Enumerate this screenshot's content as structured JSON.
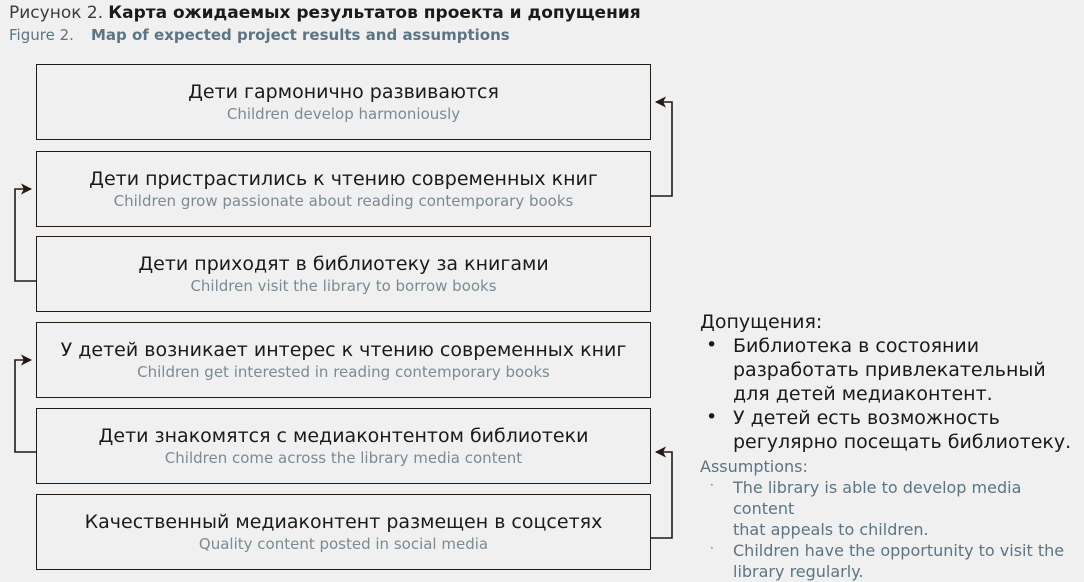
{
  "caption": {
    "ru_number": "Рисунок 2.",
    "ru_title": "Карта ожидаемых результатов проекта и допущения",
    "en_number": "Figure 2.",
    "en_title": "Map of expected project results and assumptions"
  },
  "colors": {
    "background": "#f0f0f0",
    "box_border": "#231a12",
    "box_fill": "#f0f0f0",
    "text_primary": "#1a1a1a",
    "text_secondary_en": "#7a8b94",
    "caption_en": "#5b7585",
    "connector": "#231a12"
  },
  "flow": {
    "boxes": [
      {
        "id": "children-develop-harmoniously",
        "ru": "Дети гармонично развиваются",
        "en": "Children develop harmoniously"
      },
      {
        "id": "children-passionate-reading",
        "ru": "Дети пристрастились к чтению современных книг",
        "en": "Children grow passionate about reading contemporary books"
      },
      {
        "id": "children-visit-library",
        "ru": "Дети приходят в библиотеку за книгами",
        "en": "Children visit the library to borrow books"
      },
      {
        "id": "children-interested-reading",
        "ru": "У детей возникает интерес к чтению современных книг",
        "en": "Children get interested in reading contemporary books"
      },
      {
        "id": "children-media-content",
        "ru": "Дети знакомятся с медиаконтентом библиотеки",
        "en": "Children come across the library media content"
      },
      {
        "id": "quality-content-social-media",
        "ru": "Качественный медиаконтент размещен в соцсетях",
        "en": "Quality content posted in social media"
      }
    ],
    "connectors": [
      {
        "id": "arrow-box2-to-box1",
        "from": 2,
        "to": 1,
        "side": "right"
      },
      {
        "id": "arrow-box3-to-box2",
        "from": 3,
        "to": 2,
        "side": "left"
      },
      {
        "id": "arrow-box4-to-box3",
        "from": 4,
        "to": 3,
        "side": "left"
      },
      {
        "id": "arrow-box5-to-box4",
        "from": 5,
        "to": 4,
        "side": "left"
      },
      {
        "id": "arrow-box6-to-box5",
        "from": 6,
        "to": 5,
        "side": "right"
      }
    ]
  },
  "assumptions": {
    "ru_heading": "Допущения:",
    "ru_bullet_glyph": "•",
    "ru_items": [
      "Библиотека в состоянии\nразработать привлекательный\nдля детей медиаконтент.",
      "У детей есть возможность\nрегулярно посещать библиотеку."
    ],
    "ru_items_lines": [
      [
        "Библиотека в состоянии",
        "разработать привлекательный",
        "для детей медиаконтент."
      ],
      [
        "У детей есть возможность",
        "регулярно посещать библиотеку."
      ]
    ],
    "en_heading": "Assumptions:",
    "en_bullet_glyph": "·",
    "en_items_lines": [
      [
        "The library is able to develop media content",
        "that appeals to children."
      ],
      [
        "Children have the opportunity to visit the",
        "library regularly."
      ]
    ]
  }
}
